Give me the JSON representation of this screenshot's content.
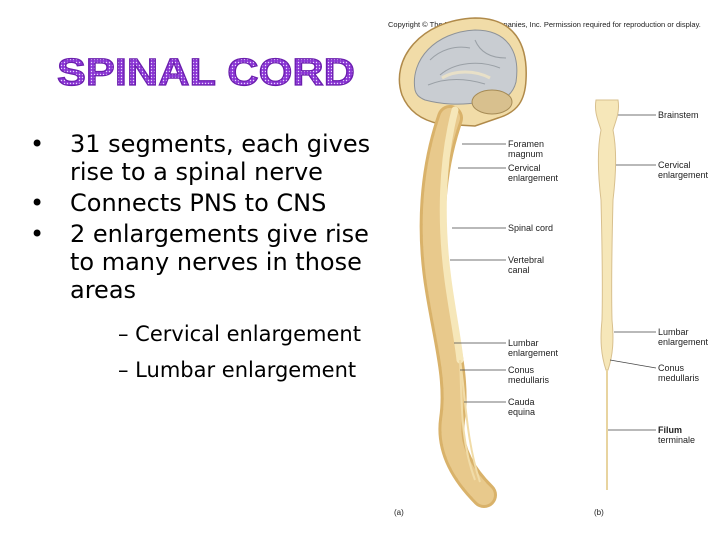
{
  "slide": {
    "title": "SPINAL CORD",
    "bullets": [
      "31 segments, each gives rise to a spinal nerve",
      "Connects PNS to CNS",
      "2 enlargements give rise to many nerves in those areas"
    ],
    "sub_bullets": [
      "– Cervical enlargement",
      "– Lumbar enlargement"
    ],
    "bullet_glyph": "•"
  },
  "figure": {
    "copyright": "Copyright © The McGraw-Hill Companies, Inc. Permission required for reproduction or display.",
    "panel_a": {
      "caption": "(a)",
      "labels": {
        "foramen_1": "Foramen",
        "foramen_2": "magnum",
        "cervical_1": "Cervical",
        "cervical_2": "enlargement",
        "spinal_cord": "Spinal cord",
        "vertebral_1": "Vertebral",
        "vertebral_2": "canal",
        "lumbar_1": "Lumbar",
        "lumbar_2": "enlargement",
        "conus_1": "Conus",
        "conus_2": "medullaris",
        "cauda_1": "Cauda",
        "cauda_2": "equina"
      }
    },
    "panel_b": {
      "caption": "(b)",
      "labels": {
        "brainstem": "Brainstem",
        "cervical_1": "Cervical",
        "cervical_2": "enlargement",
        "lumbar_1": "Lumbar",
        "lumbar_2": "enlargement",
        "conus_1": "Conus",
        "conus_2": "medullaris",
        "filum_1": "Filum",
        "filum_2": "terminale"
      }
    },
    "colors": {
      "title_fill": "#7a2cc0",
      "bone": "#e3c084",
      "cord": "#f6e7b9",
      "brain": "#c9cdd2"
    }
  }
}
